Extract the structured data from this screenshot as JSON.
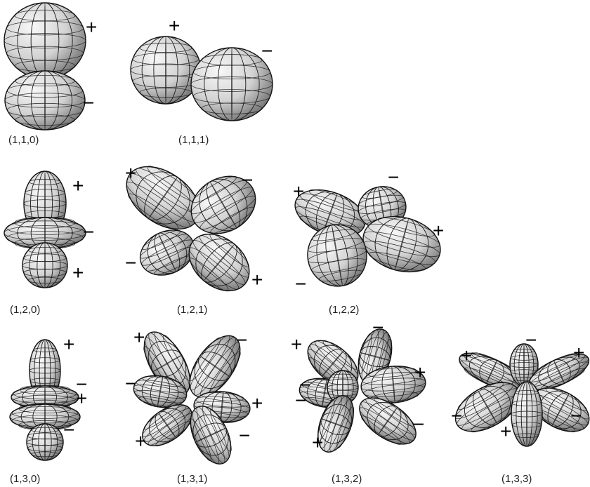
{
  "figures": [
    {
      "id": "f110",
      "label": "(1,1,0)",
      "signs": [
        "+",
        "−"
      ]
    },
    {
      "id": "f111",
      "label": "(1,1,1)",
      "signs": [
        "+",
        "−"
      ]
    },
    {
      "id": "f120",
      "label": "(1,2,0)",
      "signs": [
        "+",
        "−",
        "+"
      ]
    },
    {
      "id": "f121",
      "label": "(1,2,1)",
      "signs": [
        "+",
        "−",
        "−",
        "+"
      ]
    },
    {
      "id": "f122",
      "label": "(1,2,2)",
      "signs": [
        "+",
        "−",
        "+",
        "−"
      ]
    },
    {
      "id": "f130",
      "label": "(1,3,0)",
      "signs": [
        "+",
        "−",
        "+",
        "−"
      ]
    },
    {
      "id": "f131",
      "label": "(1,3,1)",
      "signs": [
        "+",
        "−",
        "−",
        "+",
        "+",
        "−"
      ]
    },
    {
      "id": "f132",
      "label": "(1,3,2)",
      "signs": [
        "+",
        "−",
        "+",
        "−",
        "−",
        "−",
        "+"
      ]
    },
    {
      "id": "f133",
      "label": "(1,3,3)",
      "signs": [
        "+",
        "−",
        "+",
        "−",
        "+",
        "−"
      ]
    }
  ],
  "colors": {
    "shade_light": "#f6f6f6",
    "shade_mid": "#c9c9c9",
    "shade_dark": "#6e6e6e",
    "mesh": "#1c1c1c",
    "ink": "#000000"
  }
}
